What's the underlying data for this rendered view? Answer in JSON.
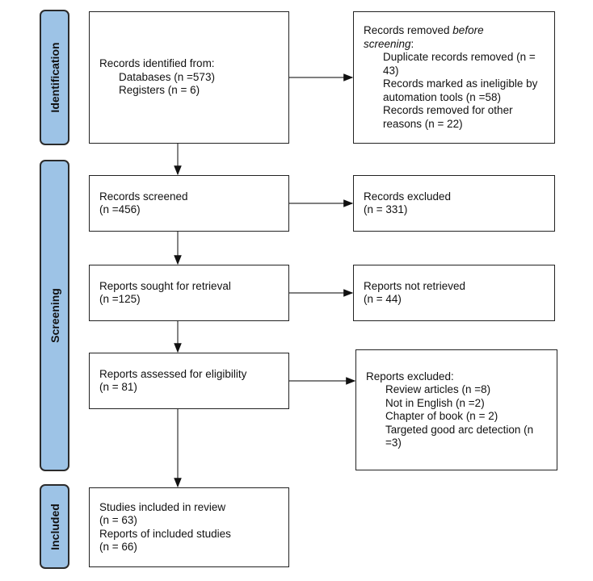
{
  "phases": {
    "identification": "Identification",
    "screening": "Screening",
    "included": "Included"
  },
  "identified": {
    "title": "Records identified from:",
    "databases": "Databases (n =573)",
    "registers": "Registers (n = 6)"
  },
  "removed": {
    "title_pre": "Records removed ",
    "title_em": "before",
    "title_em2": "screening",
    "title_post": ":",
    "items": [
      "Duplicate records removed (n = 43)",
      "Records marked as ineligible by automation tools (n =58)",
      "Records removed for other reasons (n = 22)"
    ]
  },
  "screened": {
    "title": "Records screened",
    "n": "(n =456)"
  },
  "excluded": {
    "title": "Records excluded",
    "n": "(n = 331)"
  },
  "sought": {
    "title": "Reports sought for retrieval",
    "n": "(n =125)"
  },
  "not_retrieved": {
    "title": "Reports not retrieved",
    "n": "(n = 44)"
  },
  "assessed": {
    "title": "Reports assessed for eligibility",
    "n": "(n = 81)"
  },
  "reports_excluded": {
    "title": "Reports excluded:",
    "items": [
      "Review articles (n =8)",
      "Not in English (n =2)",
      "Chapter of book (n = 2)",
      "Targeted good arc detection (n =3)"
    ]
  },
  "included": {
    "studies": "Studies included in review",
    "studies_n": "(n = 63)",
    "reports": "Reports of included studies",
    "reports_n": "(n = 66)"
  }
}
